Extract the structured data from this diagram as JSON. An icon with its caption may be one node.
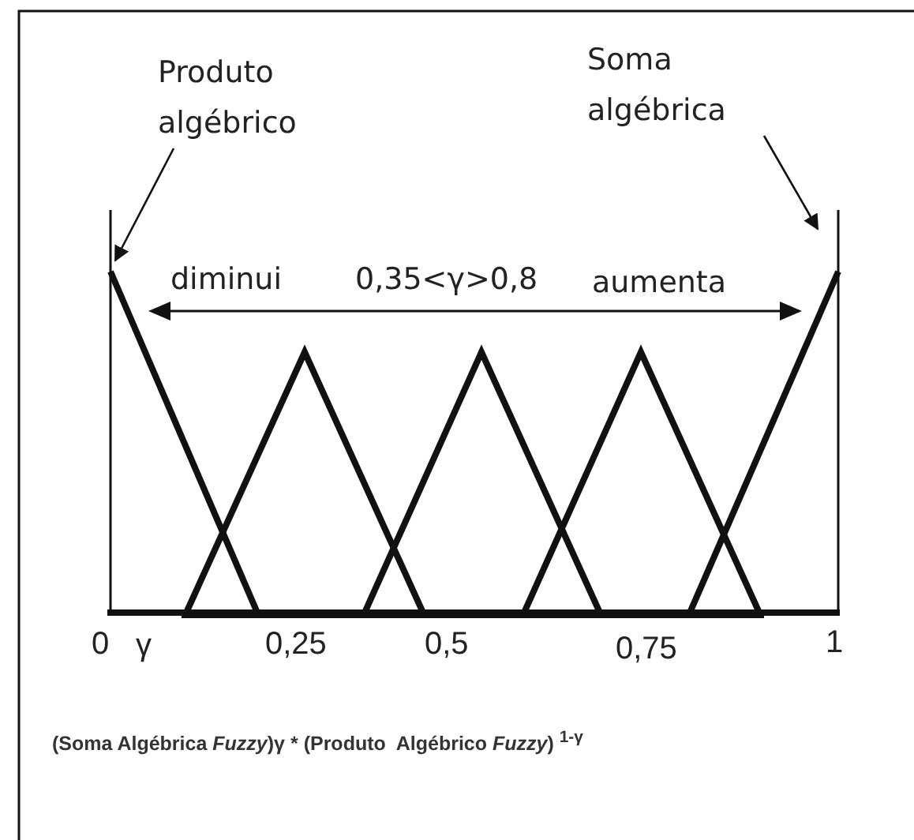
{
  "diagram": {
    "nodes": [
      {
        "text": [
          "Produto algébrico"
        ]
      },
      {
        "text": [
          "Soma algébrica"
        ]
      }
    ],
    "edges": [
      {
        "from": 0,
        "to": null,
        "arrow": "to"
      },
      {
        "from": 1,
        "to": null,
        "arrow": "to"
      }
    ],
    "labels": [
      "diminui",
      "0,35<γ>0,8",
      "aumenta",
      "0",
      "γ",
      "0,25",
      "0,5",
      "0,75",
      "1",
      "(Soma Algébrica *Fuzzy*)γ * (Produto  Algébrico *Fuzzy*) $^{1-γ}$"
    ]
  }
}
